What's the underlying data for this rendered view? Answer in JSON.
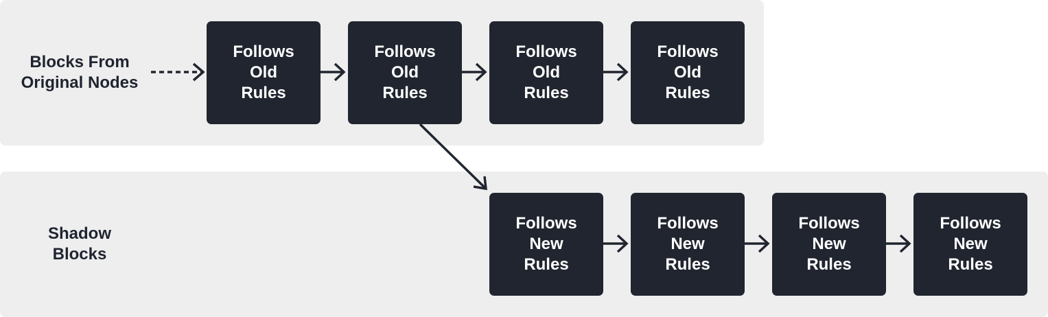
{
  "lanes": {
    "top_label": "Blocks From Original Nodes",
    "bottom_label": "Shadow Blocks"
  },
  "old_blocks": [
    {
      "line1": "Follows",
      "line2": "Old",
      "line3": "Rules"
    },
    {
      "line1": "Follows",
      "line2": "Old",
      "line3": "Rules"
    },
    {
      "line1": "Follows",
      "line2": "Old",
      "line3": "Rules"
    },
    {
      "line1": "Follows",
      "line2": "Old",
      "line3": "Rules"
    }
  ],
  "new_blocks": [
    {
      "line1": "Follows",
      "line2": "New",
      "line3": "Rules"
    },
    {
      "line1": "Follows",
      "line2": "New",
      "line3": "Rules"
    },
    {
      "line1": "Follows",
      "line2": "New",
      "line3": "Rules"
    },
    {
      "line1": "Follows",
      "line2": "New",
      "line3": "Rules"
    }
  ],
  "colors": {
    "lane_background": "#eeeeee",
    "block_fill": "#20252f",
    "block_text": "#ffffff",
    "arrow": "#20252f",
    "label_text": "#1f2430"
  }
}
